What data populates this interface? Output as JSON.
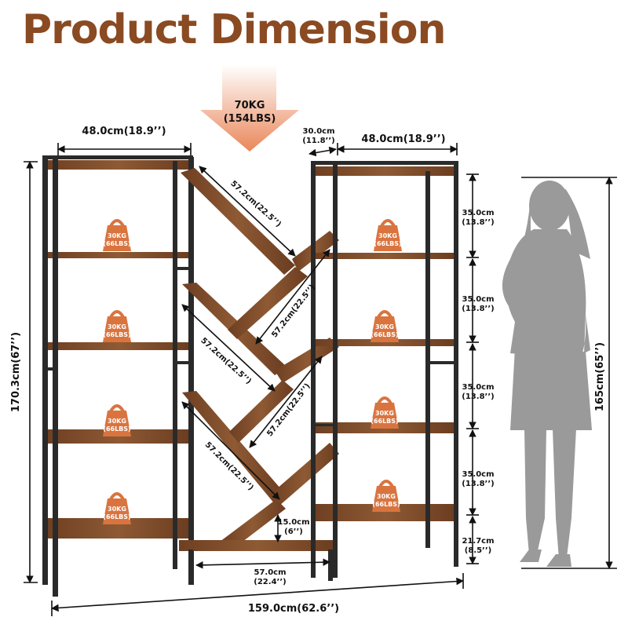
{
  "title": "Product Dimension",
  "colors": {
    "title": "#8a4a22",
    "wood": "#7a4a2a",
    "frame": "#2a2a2a",
    "badge": "#d9743f",
    "arrow": "#e9875a",
    "silhouette": "#9a9a9a"
  },
  "top_load": {
    "kg": "70KG",
    "lbs": "(154LBS)"
  },
  "shelf_load": {
    "kg": "30KG",
    "lbs": "(66LBS)"
  },
  "dimensions": {
    "left_width": "48.0cm(18.9’’)",
    "right_width": "48.0cm(18.9’’)",
    "depth_cm": "30.0cm",
    "depth_in": "(11.8’’)",
    "height": "170.3cm(67’’)",
    "total_width": "159.0cm(62.6’’)",
    "middle_width_cm": "57.0cm",
    "middle_width_in": "(22.4’’)",
    "bottom_gap_cm": "15.0cm",
    "bottom_gap_in": "(6’’)",
    "diagonal": "57.2cm(22.5’’)",
    "spacing_cm": "35.0cm",
    "spacing_in": "(13.8’’)",
    "bottom_spacing_cm": "21.7cm",
    "bottom_spacing_in": "(8.5’’)",
    "person_height": "165cm(65’’)"
  }
}
